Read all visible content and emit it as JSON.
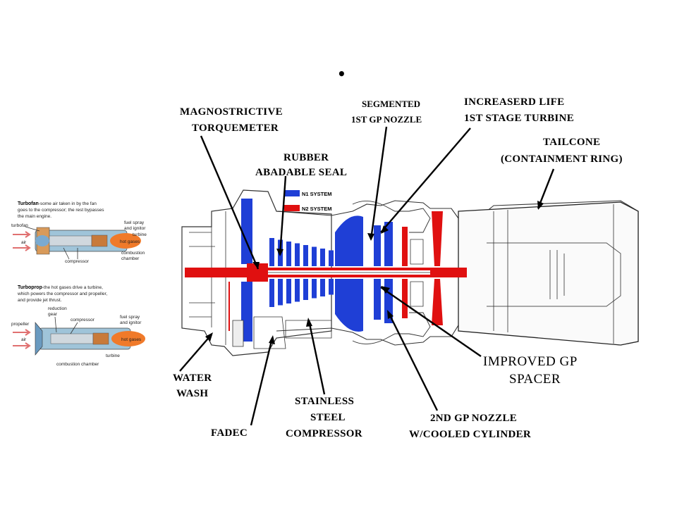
{
  "dot": "•",
  "callouts": {
    "torque_1": "MAGNOSTRICTIVE",
    "torque_2": "TORQUEMETER",
    "seal_1": "RUBBER",
    "seal_2": "ABADABLE SEAL",
    "nozzle_1": "SEGMENTED",
    "nozzle_2": "1ST  GP NOZZLE",
    "life_1": "INCREASERD LIFE",
    "life_2": "1ST STAGE TURBINE",
    "tail_1": "TAILCONE",
    "tail_2": "(CONTAINMENT RING)",
    "spacer_1": "IMPROVED GP",
    "spacer_2": "SPACER",
    "wash_1": "WATER",
    "wash_2": "WASH",
    "fadec": "FADEC",
    "steel_1": "STAINLESS",
    "steel_2": "STEEL",
    "steel_3": "COMPRESSOR",
    "gp2_1": "2ND GP NOZZLE",
    "gp2_2": "W/COOLED CYLINDER"
  },
  "legend": {
    "n1": "N1 SYSTEM",
    "n2": "N2 SYSTEM",
    "n1_color": "#1f3fd6",
    "n2_color": "#e01010"
  },
  "turbofan": {
    "title": "Turbofan",
    "desc_1": "-some air taken in by the fan",
    "desc_2": "goes to the compressor; the rest bypasses",
    "desc_3": "the main engine.",
    "fan": "turbofan",
    "air": "air",
    "compressor": "compressor",
    "fuel_1": "fuel spray",
    "fuel_2": "and ignitor",
    "turbine": "turbine",
    "hot": "hot gases",
    "comb_1": "combustion",
    "comb_2": "chamber"
  },
  "turboprop": {
    "title": "Turboprop",
    "desc_1": "-the hot gases drive a turbine,",
    "desc_2": "which powers the compressor and propeller,",
    "desc_3": "and provide jet thrust.",
    "reduction_1": "reduction",
    "reduction_2": "gear",
    "compressor": "compressor",
    "propeller": "propeller",
    "air": "air",
    "fuel_1": "fuel spray",
    "fuel_2": "and ignitor",
    "hot": "hot gases",
    "turbine": "turbine",
    "comb": "combustion chamber"
  }
}
